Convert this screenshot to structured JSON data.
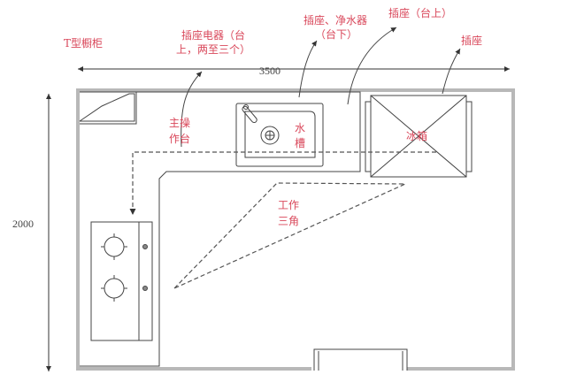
{
  "title": "T型橱柜",
  "dimensions": {
    "width": "3500",
    "height": "2000"
  },
  "labels": {
    "outlet_appliances_l1": "插座电器（台",
    "outlet_appliances_l2": "上，两至三个）",
    "outlet_purifier_l1": "插座、净水器",
    "outlet_purifier_l2": "（台下）",
    "outlet_counter": "插座（台上）",
    "outlet_fridge": "插座",
    "main_counter_l1": "主操",
    "main_counter_l2": "作台",
    "sink_l1": "水",
    "sink_l2": "槽",
    "fridge": "冰箱",
    "triangle_l1": "工作",
    "triangle_l2": "三角"
  },
  "colors": {
    "annotation": "#d9475a",
    "wall": "#b8b8b8",
    "line": "#444444"
  }
}
